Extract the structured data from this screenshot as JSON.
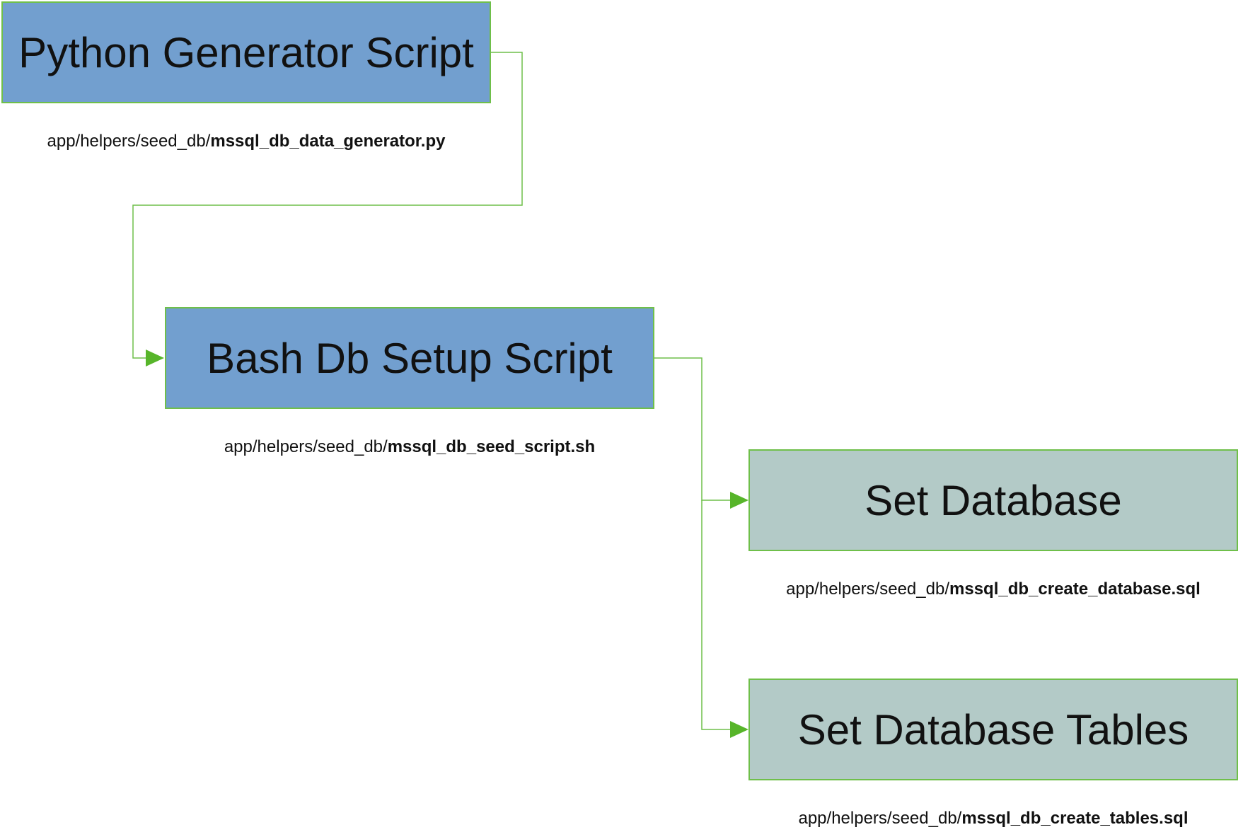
{
  "nodes": {
    "python": {
      "title": "Python Generator Script",
      "path_prefix": "app/helpers/seed_db/",
      "path_file": "mssql_db_data_generator.py"
    },
    "bash": {
      "title": "Bash Db Setup Script",
      "path_prefix": "app/helpers/seed_db/",
      "path_file": "mssql_db_seed_script.sh"
    },
    "set_database": {
      "title": "Set Database",
      "path_prefix": "app/helpers/seed_db/",
      "path_file": "mssql_db_create_database.sql"
    },
    "set_tables": {
      "title": "Set Database Tables",
      "path_prefix": "app/helpers/seed_db/",
      "path_file": "mssql_db_create_tables.sql"
    }
  },
  "colors": {
    "script_box": "#729fcf",
    "sql_box": "#b3cac7",
    "connector": "#6fbf4a",
    "arrowhead": "#57b52a"
  }
}
